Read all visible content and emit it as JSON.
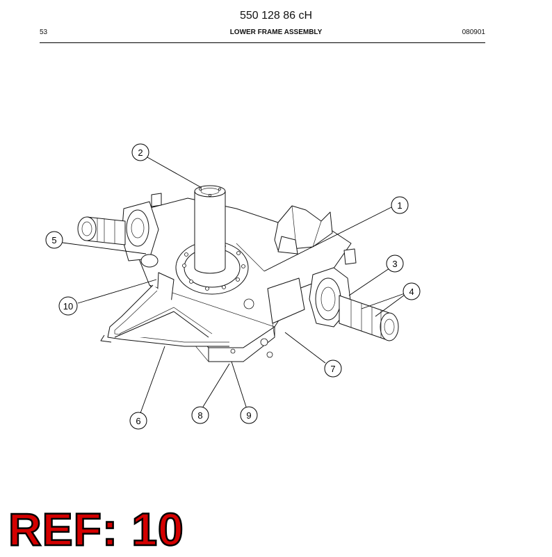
{
  "header": {
    "doc_number": "550 128 86 cH",
    "page_number": "53",
    "title": "LOWER FRAME ASSEMBLY",
    "date_code": "080901"
  },
  "callouts": [
    "1",
    "2",
    "3",
    "4",
    "5",
    "6",
    "7",
    "8",
    "9",
    "10"
  ],
  "reference": {
    "label": "REF: 10",
    "color": "#d40000"
  }
}
